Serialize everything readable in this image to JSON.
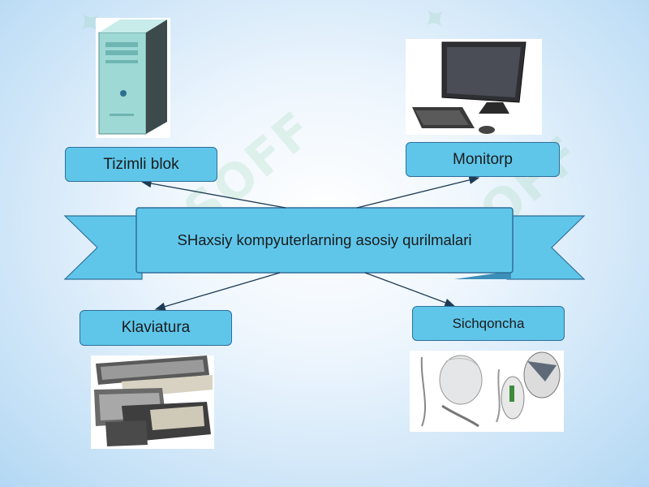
{
  "diagram": {
    "central_title": "SHaxsiy kompyuterlarning asosiy qurilmalari",
    "nodes": [
      {
        "id": "system-unit",
        "label": "Tizimli blok",
        "icon": "system-unit-icon"
      },
      {
        "id": "monitor",
        "label": "Monitorp",
        "icon": "monitor-icon"
      },
      {
        "id": "keyboard",
        "label": "Klaviatura",
        "icon": "keyboard-icon"
      },
      {
        "id": "mouse",
        "label": "Sichqoncha",
        "icon": "mouse-icon"
      }
    ],
    "colors": {
      "box_fill": "#5fc6ea",
      "box_border": "#2f6f9a",
      "ribbon_fill": "#5fc6ea",
      "arrow": "#1e3b55"
    }
  }
}
